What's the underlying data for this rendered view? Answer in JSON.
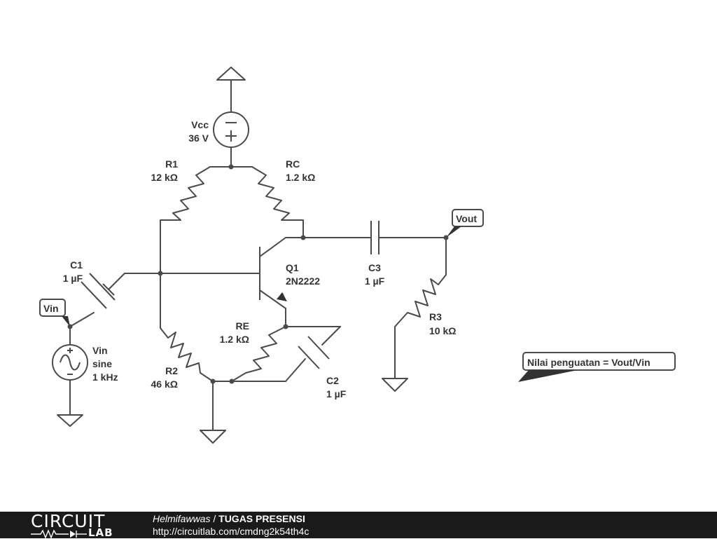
{
  "schematic": {
    "vcc": {
      "name": "Vcc",
      "value": "36 V"
    },
    "r1": {
      "name": "R1",
      "value": "12 kΩ"
    },
    "rc": {
      "name": "RC",
      "value": "1.2 kΩ"
    },
    "c1": {
      "name": "C1",
      "value": "1 µF"
    },
    "c2": {
      "name": "C2",
      "value": "1 µF"
    },
    "c3": {
      "name": "C3",
      "value": "1 µF"
    },
    "q1": {
      "name": "Q1",
      "value": "2N2222"
    },
    "re": {
      "name": "RE",
      "value": "1.2 kΩ"
    },
    "r2": {
      "name": "R2",
      "value": "46 kΩ"
    },
    "r3": {
      "name": "R3",
      "value": "10 kΩ"
    },
    "vin_source": {
      "name": "Vin",
      "type": "sine",
      "freq": "1 kHz"
    },
    "flags": {
      "vin": "Vin",
      "vout": "Vout"
    },
    "note": "Nilai penguatan = Vout/Vin"
  },
  "footer": {
    "logo_top": "CIRCUIT",
    "logo_bottom": "LAB",
    "author": "Helmifawwas",
    "separator": " / ",
    "project": "TUGAS PRESENSI",
    "url": "http://circuitlab.com/cmdng2k54th4c"
  },
  "colors": {
    "wire": "#4a4a4a",
    "footer_bg": "#1a1a1a",
    "text": "#333333"
  }
}
